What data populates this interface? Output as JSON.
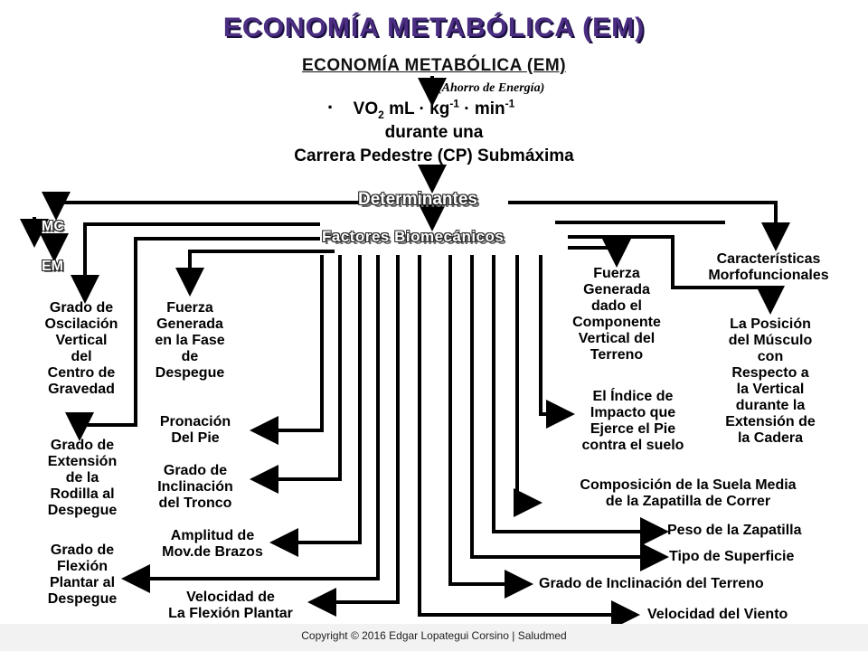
{
  "title": "ECONOMÍA METABÓLICA (EM)",
  "subtitle": "ECONOMÍA METABÓLICA (EM)",
  "ahorro": "(Ahorro de Energía)",
  "vo2": {
    "dot": ".",
    "line1_a": "VO",
    "line1_sub": "2",
    "line1_b": " mL · kg",
    "line1_sup1": "-1",
    "line1_c": " · min",
    "line1_sup2": "-1",
    "line2": "durante una",
    "line3": "Carrera Pedestre (CP) Submáxima"
  },
  "determinantes": "Determinantes",
  "factores": "Factores Biomecánicos",
  "mc": "MC",
  "em": "EM",
  "left_items": {
    "oscilacion": [
      "Grado de",
      "Oscilación",
      "Vertical",
      "del",
      "Centro de",
      "Gravedad"
    ],
    "fuerza_despegue": [
      "Fuerza",
      "Generada",
      "en la Fase",
      "de",
      "Despegue"
    ],
    "extension_rodilla": [
      "Grado de",
      "Extensión",
      "de la",
      "Rodilla al",
      "Despegue"
    ],
    "flexion_plantar": [
      "Grado de",
      "Flexión",
      "Plantar al",
      "Despegue"
    ],
    "pronacion": [
      "Pronación",
      "Del Pie"
    ],
    "inclinacion_tronco": [
      "Grado de",
      "Inclinación",
      "del Tronco"
    ],
    "amplitud_brazos": [
      "Amplitud de",
      "Mov.de Brazos"
    ],
    "velocidad_flexion": [
      "Velocidad de",
      "La Flexión Plantar"
    ]
  },
  "right_items": {
    "caracteristicas": [
      "Características",
      "Morfofuncionales"
    ],
    "fuerza_vertical": [
      "Fuerza",
      "Generada",
      "dado el",
      "Componente",
      "Vertical del",
      "Terreno"
    ],
    "posicion_musculo": [
      "La Posición",
      "del Músculo",
      "con",
      "Respecto a",
      "la Vertical",
      "durante la",
      "Extensión de",
      "la Cadera"
    ],
    "indice_impacto": [
      "El Índice de",
      "Impacto que",
      "Ejerce el Pie",
      "contra el suelo"
    ],
    "suela": [
      "Composición de la Suela Media",
      "de la Zapatilla de Correr"
    ],
    "peso": "Peso de la Zapatilla",
    "superficie": "Tipo  de Superficie",
    "inclinacion_terreno": "Grado de Inclinación del Terreno",
    "viento": "Velocidad del Viento"
  },
  "footer": "Copyright © 2016 Edgar Lopategui Corsino | Saludmed"
}
